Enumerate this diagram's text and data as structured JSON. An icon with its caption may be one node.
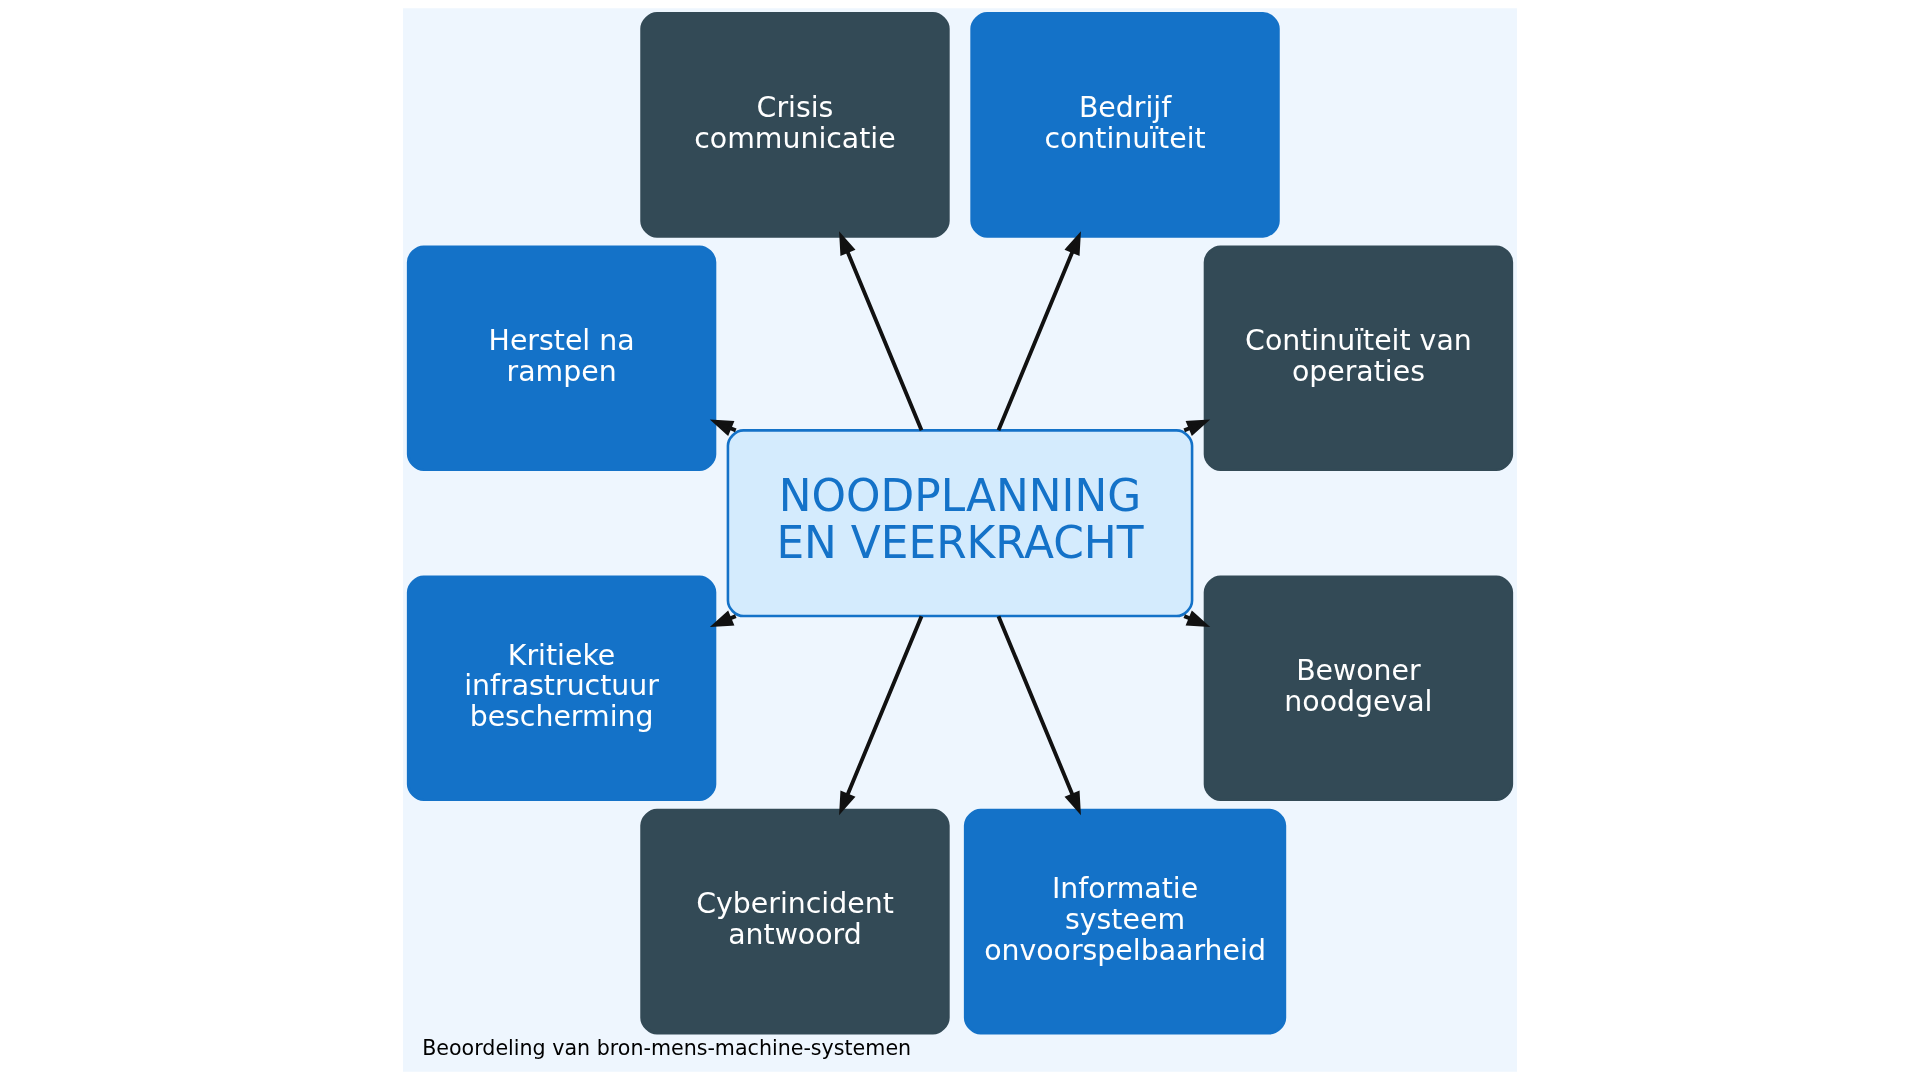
{
  "diagram": {
    "caption": "Beoordeling van bron-mens-machine-systemen",
    "nodes": [
      {
        "text": [
          "Continuïteit van operaties"
        ]
      },
      {
        "text": [
          "Bedrijf continuïteit"
        ]
      },
      {
        "text": [
          "Crisis communicatie"
        ]
      },
      {
        "text": [
          "Herstel na rampen"
        ]
      },
      {
        "text": [
          "NOODPLANNING EN VEERKRACHT"
        ]
      },
      {
        "text": [
          "Kritieke infrastructuur bescherming"
        ]
      },
      {
        "text": [
          "Cyberincident antwoord"
        ]
      },
      {
        "text": [
          "Informatie systeem onvoorspelbaarheid"
        ]
      },
      {
        "text": [
          "Bewoner noodgeval"
        ]
      }
    ],
    "edges": [
      {
        "from": 4,
        "to": 1,
        "arrow": "to"
      },
      {
        "from": 4,
        "to": 2,
        "arrow": "to"
      },
      {
        "from": 4,
        "to": 5,
        "arrow": "to"
      },
      {
        "from": 4,
        "to": 8,
        "arrow": "to"
      },
      {
        "from": 4,
        "to": 7,
        "arrow": "to"
      },
      {
        "from": 4,
        "to": 6,
        "arrow": "to"
      },
      {
        "from": 4,
        "to": 3,
        "arrow": "to"
      },
      {
        "from": 4,
        "to": 0,
        "arrow": "to"
      }
    ]
  }
}
